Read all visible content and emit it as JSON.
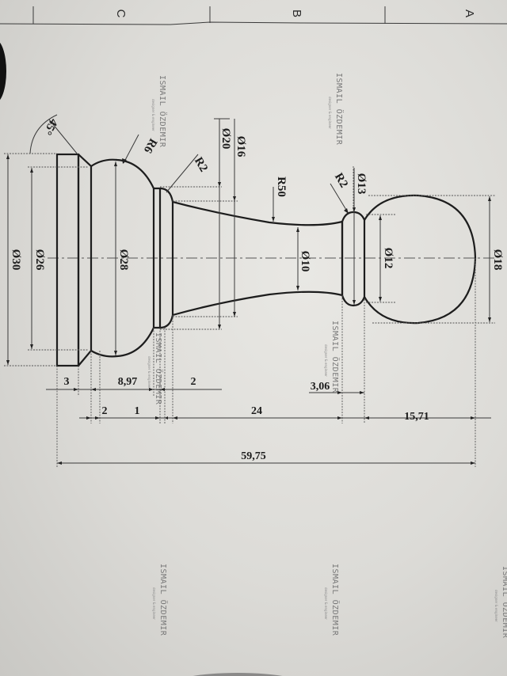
{
  "border": {
    "zones": [
      "A",
      "B",
      "C"
    ]
  },
  "watermarks": [
    {
      "name": "ISMAIL ÖZDEMIR",
      "sub": "designer & engineer"
    },
    {
      "name": "ISMAIL ÖZDEMIR",
      "sub": "designer & engineer"
    },
    {
      "name": "ISMAIL ÖZDEMIR",
      "sub": "designer & engineer"
    },
    {
      "name": "ISMAIL ÖZDEMIR",
      "sub": "designer & engineer"
    },
    {
      "name": "ISMAIL ÖZDEMIR",
      "sub": "designer & engineer"
    },
    {
      "name": "ISMAIL ÖZDEMIR",
      "sub": "designer & engineer"
    },
    {
      "name": "ISMAIL ÖZDEMIR",
      "sub": "designer & engineer"
    }
  ],
  "dimensions": {
    "diameters": {
      "d30": "Ø30",
      "d26": "Ø26",
      "d28": "Ø28",
      "d20": "Ø20",
      "d16": "Ø16",
      "d10": "Ø10",
      "d13": "Ø13",
      "d12": "Ø12",
      "d18": "Ø18"
    },
    "radii": {
      "r6": "R6",
      "r2_base": "R2",
      "r50": "R50",
      "r2_top": "R2"
    },
    "angle": "45°",
    "lengths": {
      "l3": "3",
      "l8_97": "8,97",
      "l2_upper": "2",
      "l2_lower": "2",
      "l1": "1",
      "l3_06": "3,06",
      "l24": "24",
      "l15_71": "15,71",
      "overall": "59,75"
    }
  }
}
